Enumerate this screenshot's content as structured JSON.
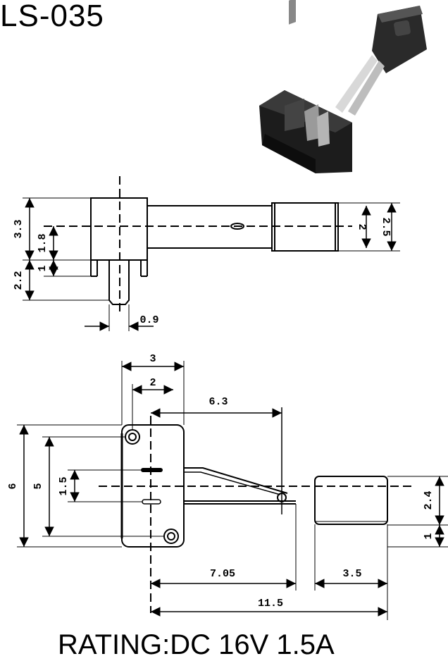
{
  "title": "LS-035",
  "rating": "RATING:DC 16V 1.5A",
  "side_view": {
    "dims": {
      "height_total": "3.3",
      "center_offset": "1.8",
      "pin_length": "2.2",
      "pin_step": "1",
      "pin_width": "0.9",
      "tube_inner": "2",
      "tube_outer": "2.5"
    }
  },
  "top_view": {
    "dims": {
      "body_width": "3",
      "hole_offset": "2",
      "lever_reach": "6.3",
      "body_height": "6",
      "hole_spacing": "5",
      "contact_gap": "1.5",
      "actuator_height": "2.4",
      "actuator_base": "1",
      "lever_length": "7.05",
      "actuator_width": "3.5",
      "overall_length": "11.5"
    }
  }
}
